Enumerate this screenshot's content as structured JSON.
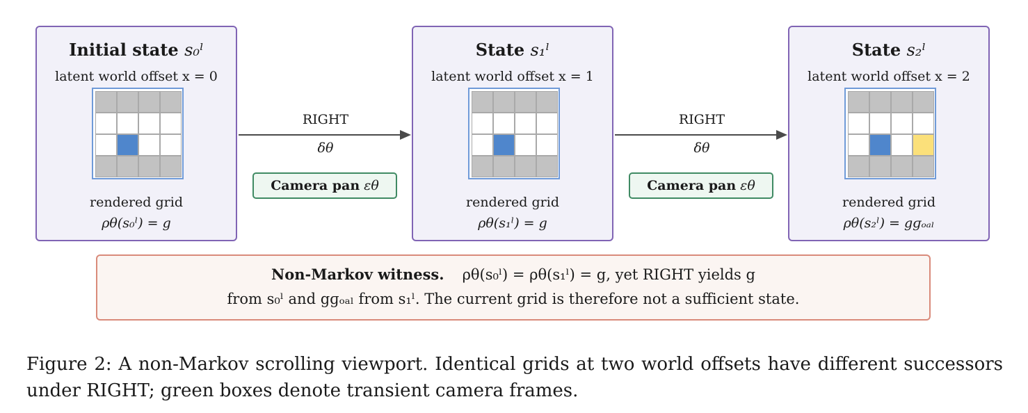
{
  "states": [
    {
      "title": "Initial state",
      "title_math": "s₀ˡ",
      "offset_text": "latent world offset x = 0",
      "render_label": "rendered grid",
      "render_eq": "ρθ(s₀ˡ) = g",
      "grid": [
        [
          "wall",
          "wall",
          "wall",
          "wall"
        ],
        [
          "empty",
          "empty",
          "empty",
          "empty"
        ],
        [
          "empty",
          "agent",
          "empty",
          "empty"
        ],
        [
          "wall",
          "wall",
          "wall",
          "wall"
        ]
      ]
    },
    {
      "title": "State",
      "title_math": "s₁ˡ",
      "offset_text": "latent world offset x = 1",
      "render_label": "rendered grid",
      "render_eq": "ρθ(s₁ˡ) = g",
      "grid": [
        [
          "wall",
          "wall",
          "wall",
          "wall"
        ],
        [
          "empty",
          "empty",
          "empty",
          "empty"
        ],
        [
          "empty",
          "agent",
          "empty",
          "empty"
        ],
        [
          "wall",
          "wall",
          "wall",
          "wall"
        ]
      ]
    },
    {
      "title": "State",
      "title_math": "s₂ˡ",
      "offset_text": "latent world offset x = 2",
      "render_label": "rendered grid",
      "render_eq": "ρθ(s₂ˡ) = gɡₒₐₗ",
      "grid": [
        [
          "wall",
          "wall",
          "wall",
          "wall"
        ],
        [
          "empty",
          "empty",
          "empty",
          "empty"
        ],
        [
          "empty",
          "agent",
          "empty",
          "goal"
        ],
        [
          "wall",
          "wall",
          "wall",
          "wall"
        ]
      ]
    }
  ],
  "transitions": [
    {
      "action": "RIGHT",
      "delta": "δθ",
      "camera_label": "Camera pan",
      "camera_math": "εθ"
    },
    {
      "action": "RIGHT",
      "delta": "δθ",
      "camera_label": "Camera pan",
      "camera_math": "εθ"
    }
  ],
  "witness": {
    "lead": "Non-Markov witness.",
    "line1": "ρθ(s₀ˡ)  =  ρθ(s₁ˡ)  =  g, yet RIGHT yields g",
    "line2": "from s₀ˡ and gɡₒₐₗ from s₁ˡ. The current grid is therefore not a sufficient state."
  },
  "caption": "Figure 2: A non-Markov scrolling viewport. Identical grids at two world offsets have different successors under RIGHT; green boxes denote transient camera frames.",
  "colors": {
    "state_border": "#8064b4",
    "state_fill": "#f2f1f9",
    "agent": "#4f86cc",
    "goal": "#fbe07a",
    "wall": "#c2c2c2",
    "camera_border": "#3f8a63",
    "witness_border": "#d98a7a"
  }
}
